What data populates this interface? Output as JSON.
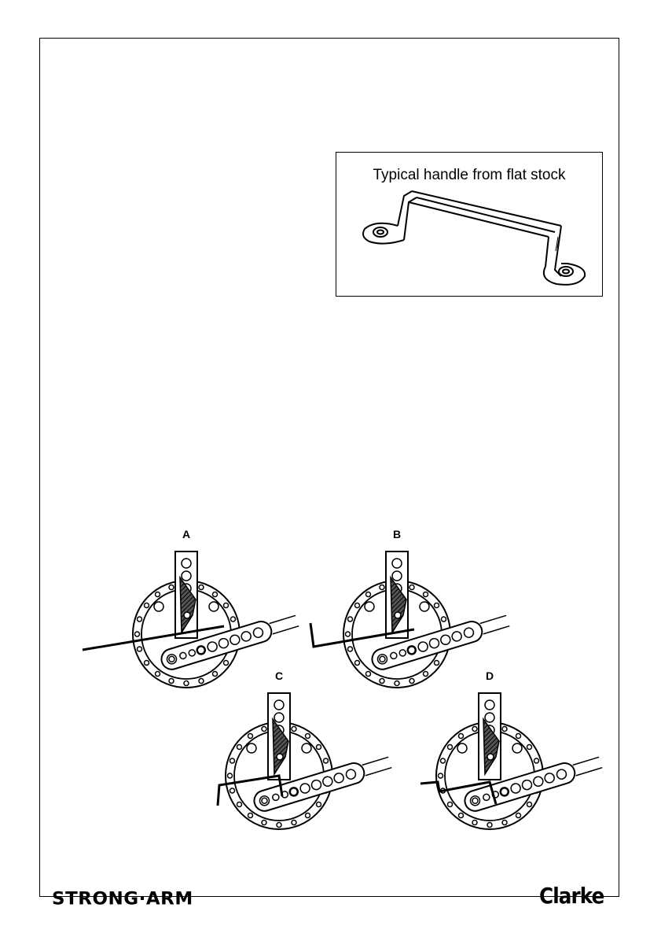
{
  "handle_figure": {
    "caption": "Typical handle from flat stock"
  },
  "diagrams": [
    {
      "label": "A"
    },
    {
      "label": "B"
    },
    {
      "label": "C"
    },
    {
      "label": "D"
    }
  ],
  "footer": {
    "brand_left": "STRONG·ARM",
    "brand_right": "Clarke"
  }
}
